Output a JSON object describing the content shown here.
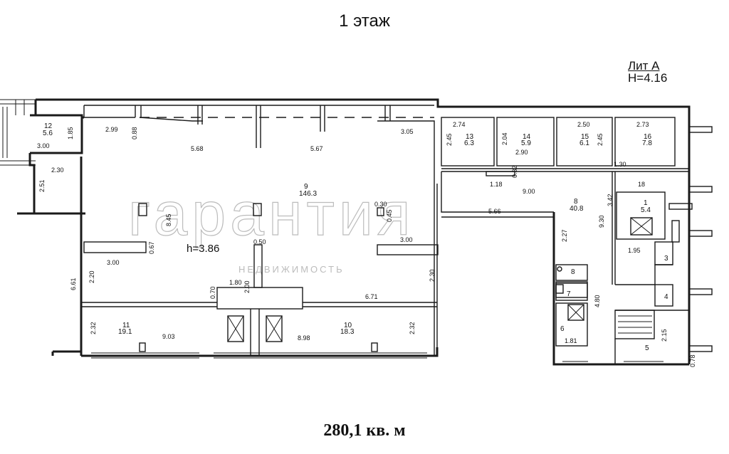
{
  "title": "1 этаж",
  "lit": {
    "label": "Лит А",
    "height": "Н=4.16"
  },
  "area": "280,1 кв. м",
  "watermark": {
    "brand": "гарантия",
    "subtitle": "НЕДВИЖИМОСТЬ"
  },
  "ceiling_height": "h=3.86",
  "rooms": [
    {
      "no": "12",
      "area": "5.6"
    },
    {
      "no": "9",
      "area": "146.3"
    },
    {
      "no": "13",
      "area": "6.3"
    },
    {
      "no": "14",
      "area": "5.9"
    },
    {
      "no": "15",
      "area": "6.1"
    },
    {
      "no": "16",
      "area": "7.8"
    },
    {
      "no": "8",
      "area": "40.8"
    },
    {
      "no": "1",
      "area": "5.4"
    },
    {
      "no": "11",
      "area": "19.1"
    },
    {
      "no": "10",
      "area": "18.3"
    },
    {
      "no": "3",
      "area": ""
    },
    {
      "no": "4",
      "area": ""
    },
    {
      "no": "5",
      "area": ""
    },
    {
      "no": "6",
      "area": ""
    },
    {
      "no": "7",
      "area": ""
    },
    {
      "no": "8",
      "area": ""
    }
  ],
  "dims": [
    "1.85",
    "3.00",
    "2.99",
    "0.88",
    "5.68",
    "5.67",
    "3.05",
    "2.51",
    "2.30",
    "8.45",
    "0.30",
    "0.45",
    "0.67",
    "3.00",
    "3.00",
    "0.50",
    "2.00",
    "6.61",
    "2.20",
    "1.80",
    "0.70",
    "6.71",
    "2.30",
    "2.32",
    "9.03",
    "8.98",
    "2.32",
    "2.74",
    "2.45",
    "2.04",
    "2.90",
    "2.50",
    "2.45",
    "2.73",
    "1.30",
    "0.32",
    "1.18",
    "9.00",
    "5.66",
    "3.42",
    "2.27",
    "9.30",
    "1.95",
    "4.80",
    "1.81",
    "2.15",
    "0.78",
    "18"
  ]
}
